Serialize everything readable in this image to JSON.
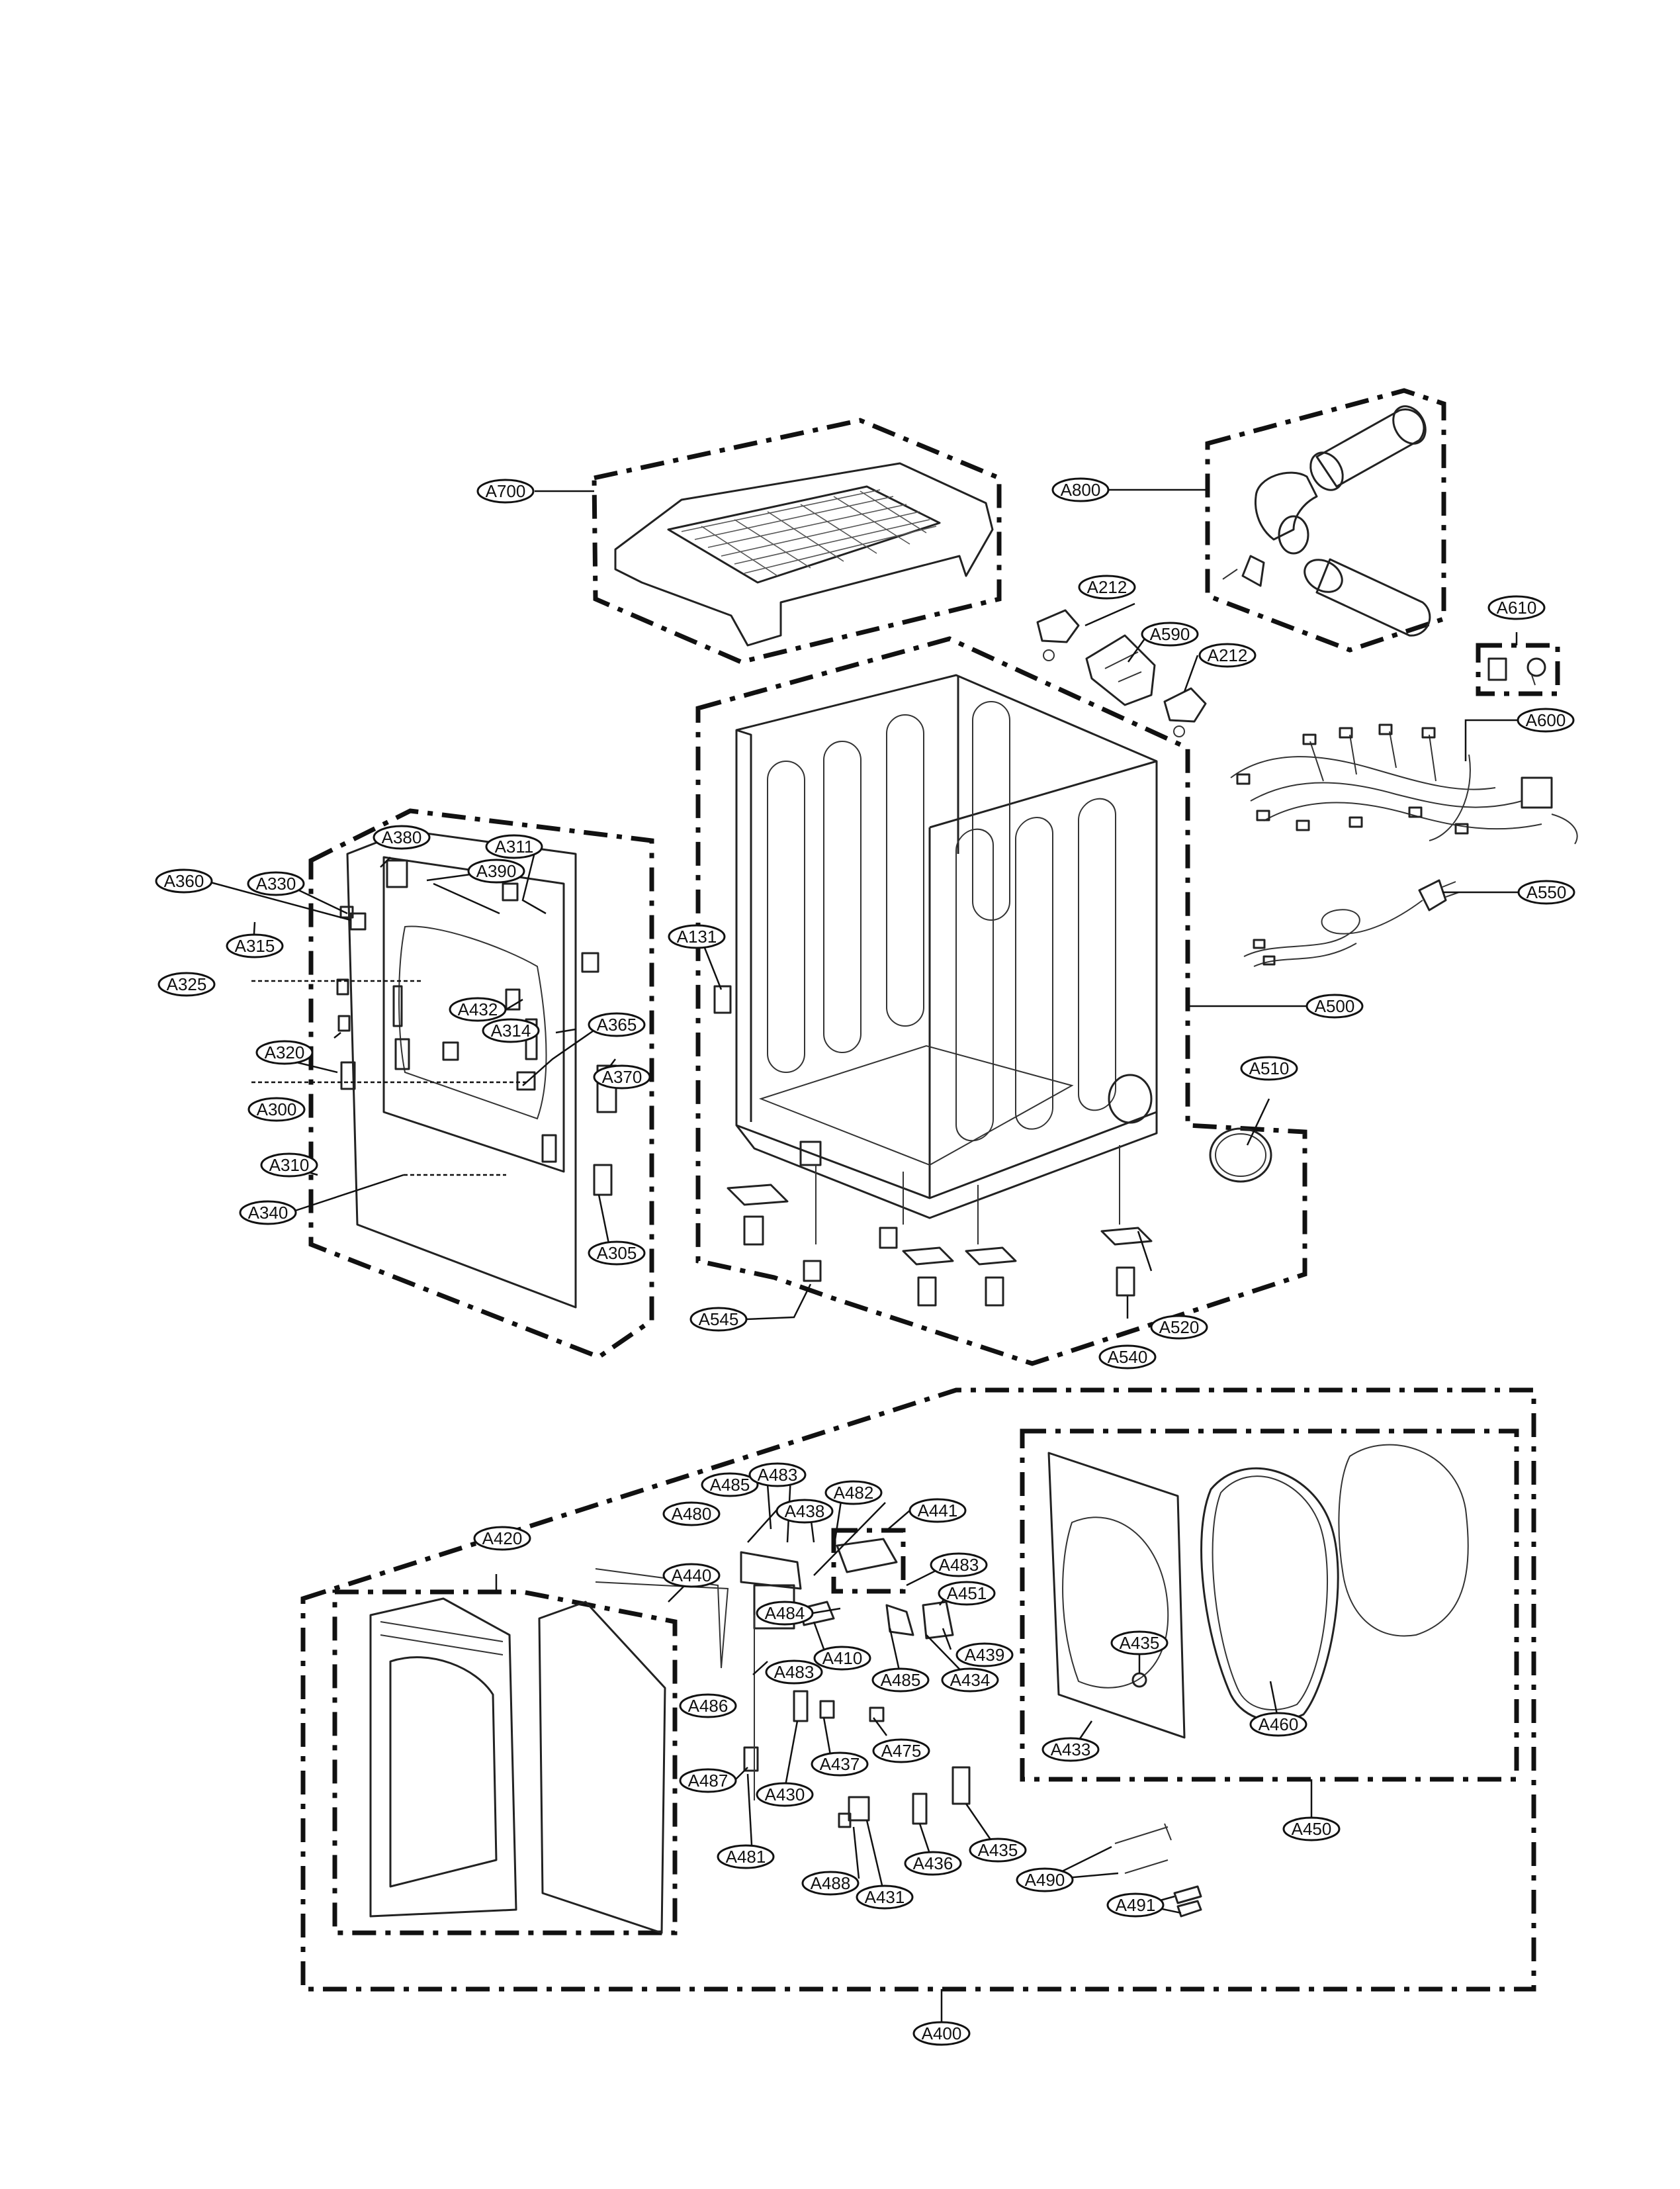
{
  "callouts": [
    {
      "id": "A700"
    },
    {
      "id": "A800"
    },
    {
      "id": "A212a",
      "text": "A212"
    },
    {
      "id": "A590"
    },
    {
      "id": "A212b",
      "text": "A212"
    },
    {
      "id": "A610"
    },
    {
      "id": "A600"
    },
    {
      "id": "A550"
    },
    {
      "id": "A500"
    },
    {
      "id": "A510"
    },
    {
      "id": "A131"
    },
    {
      "id": "A520"
    },
    {
      "id": "A540"
    },
    {
      "id": "A545"
    },
    {
      "id": "A380"
    },
    {
      "id": "A311"
    },
    {
      "id": "A360"
    },
    {
      "id": "A330"
    },
    {
      "id": "A390"
    },
    {
      "id": "A315"
    },
    {
      "id": "A325"
    },
    {
      "id": "A432"
    },
    {
      "id": "A320"
    },
    {
      "id": "A314"
    },
    {
      "id": "A365"
    },
    {
      "id": "A300"
    },
    {
      "id": "A370"
    },
    {
      "id": "A310"
    },
    {
      "id": "A340"
    },
    {
      "id": "A305"
    },
    {
      "id": "A485a",
      "text": "A485"
    },
    {
      "id": "A483a",
      "text": "A483"
    },
    {
      "id": "A482"
    },
    {
      "id": "A480"
    },
    {
      "id": "A438"
    },
    {
      "id": "A441"
    },
    {
      "id": "A420"
    },
    {
      "id": "A440"
    },
    {
      "id": "A483b",
      "text": "A483"
    },
    {
      "id": "A484"
    },
    {
      "id": "A451"
    },
    {
      "id": "A410"
    },
    {
      "id": "A439"
    },
    {
      "id": "A485b",
      "text": "A485"
    },
    {
      "id": "A434"
    },
    {
      "id": "A483c",
      "text": "A483"
    },
    {
      "id": "A486"
    },
    {
      "id": "A437"
    },
    {
      "id": "A475"
    },
    {
      "id": "A487"
    },
    {
      "id": "A430"
    },
    {
      "id": "A481"
    },
    {
      "id": "A488"
    },
    {
      "id": "A431"
    },
    {
      "id": "A436"
    },
    {
      "id": "A435a",
      "text": "A435"
    },
    {
      "id": "A435b",
      "text": "A435"
    },
    {
      "id": "A433"
    },
    {
      "id": "A460"
    },
    {
      "id": "A450"
    },
    {
      "id": "A490"
    },
    {
      "id": "A491"
    },
    {
      "id": "A400"
    }
  ]
}
